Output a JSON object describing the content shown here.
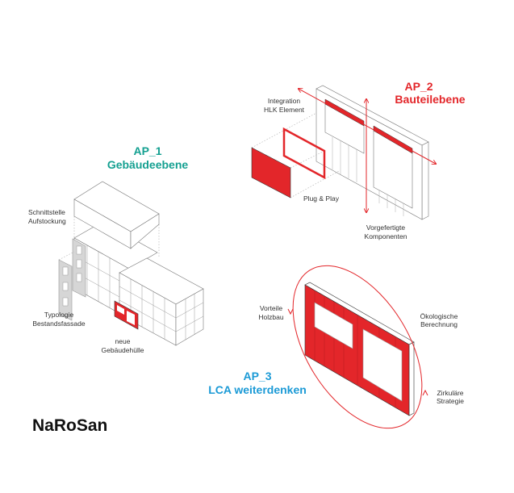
{
  "colors": {
    "ap1": "#14a091",
    "ap2": "#e3262a",
    "ap3": "#1b9ad6",
    "accent_red": "#e3262a",
    "brand": "#111111"
  },
  "ap1": {
    "title_line1": "AP_1",
    "title_line2": "Gebäudeebene",
    "labels": [
      [
        "Schnittstelle",
        "Aufstockung"
      ],
      [
        "Typologie",
        "Bestandsfassade"
      ],
      [
        "neue",
        "Gebäudehülle"
      ]
    ]
  },
  "ap2": {
    "title_line1": "AP_2",
    "title_line2": "Bauteilebene",
    "labels": [
      [
        "Integration",
        "HLK Element"
      ],
      [
        "Plug & Play"
      ],
      [
        "Vorgefertigte",
        "Komponenten"
      ]
    ]
  },
  "ap3": {
    "title_line1": "AP_3",
    "title_line2": "LCA weiterdenken",
    "labels": [
      [
        "Vorteile",
        "Holzbau"
      ],
      [
        "Ökologische",
        "Berechnung"
      ],
      [
        "Zirkuläre",
        "Strategie"
      ]
    ]
  },
  "brand": "NaRoSan"
}
